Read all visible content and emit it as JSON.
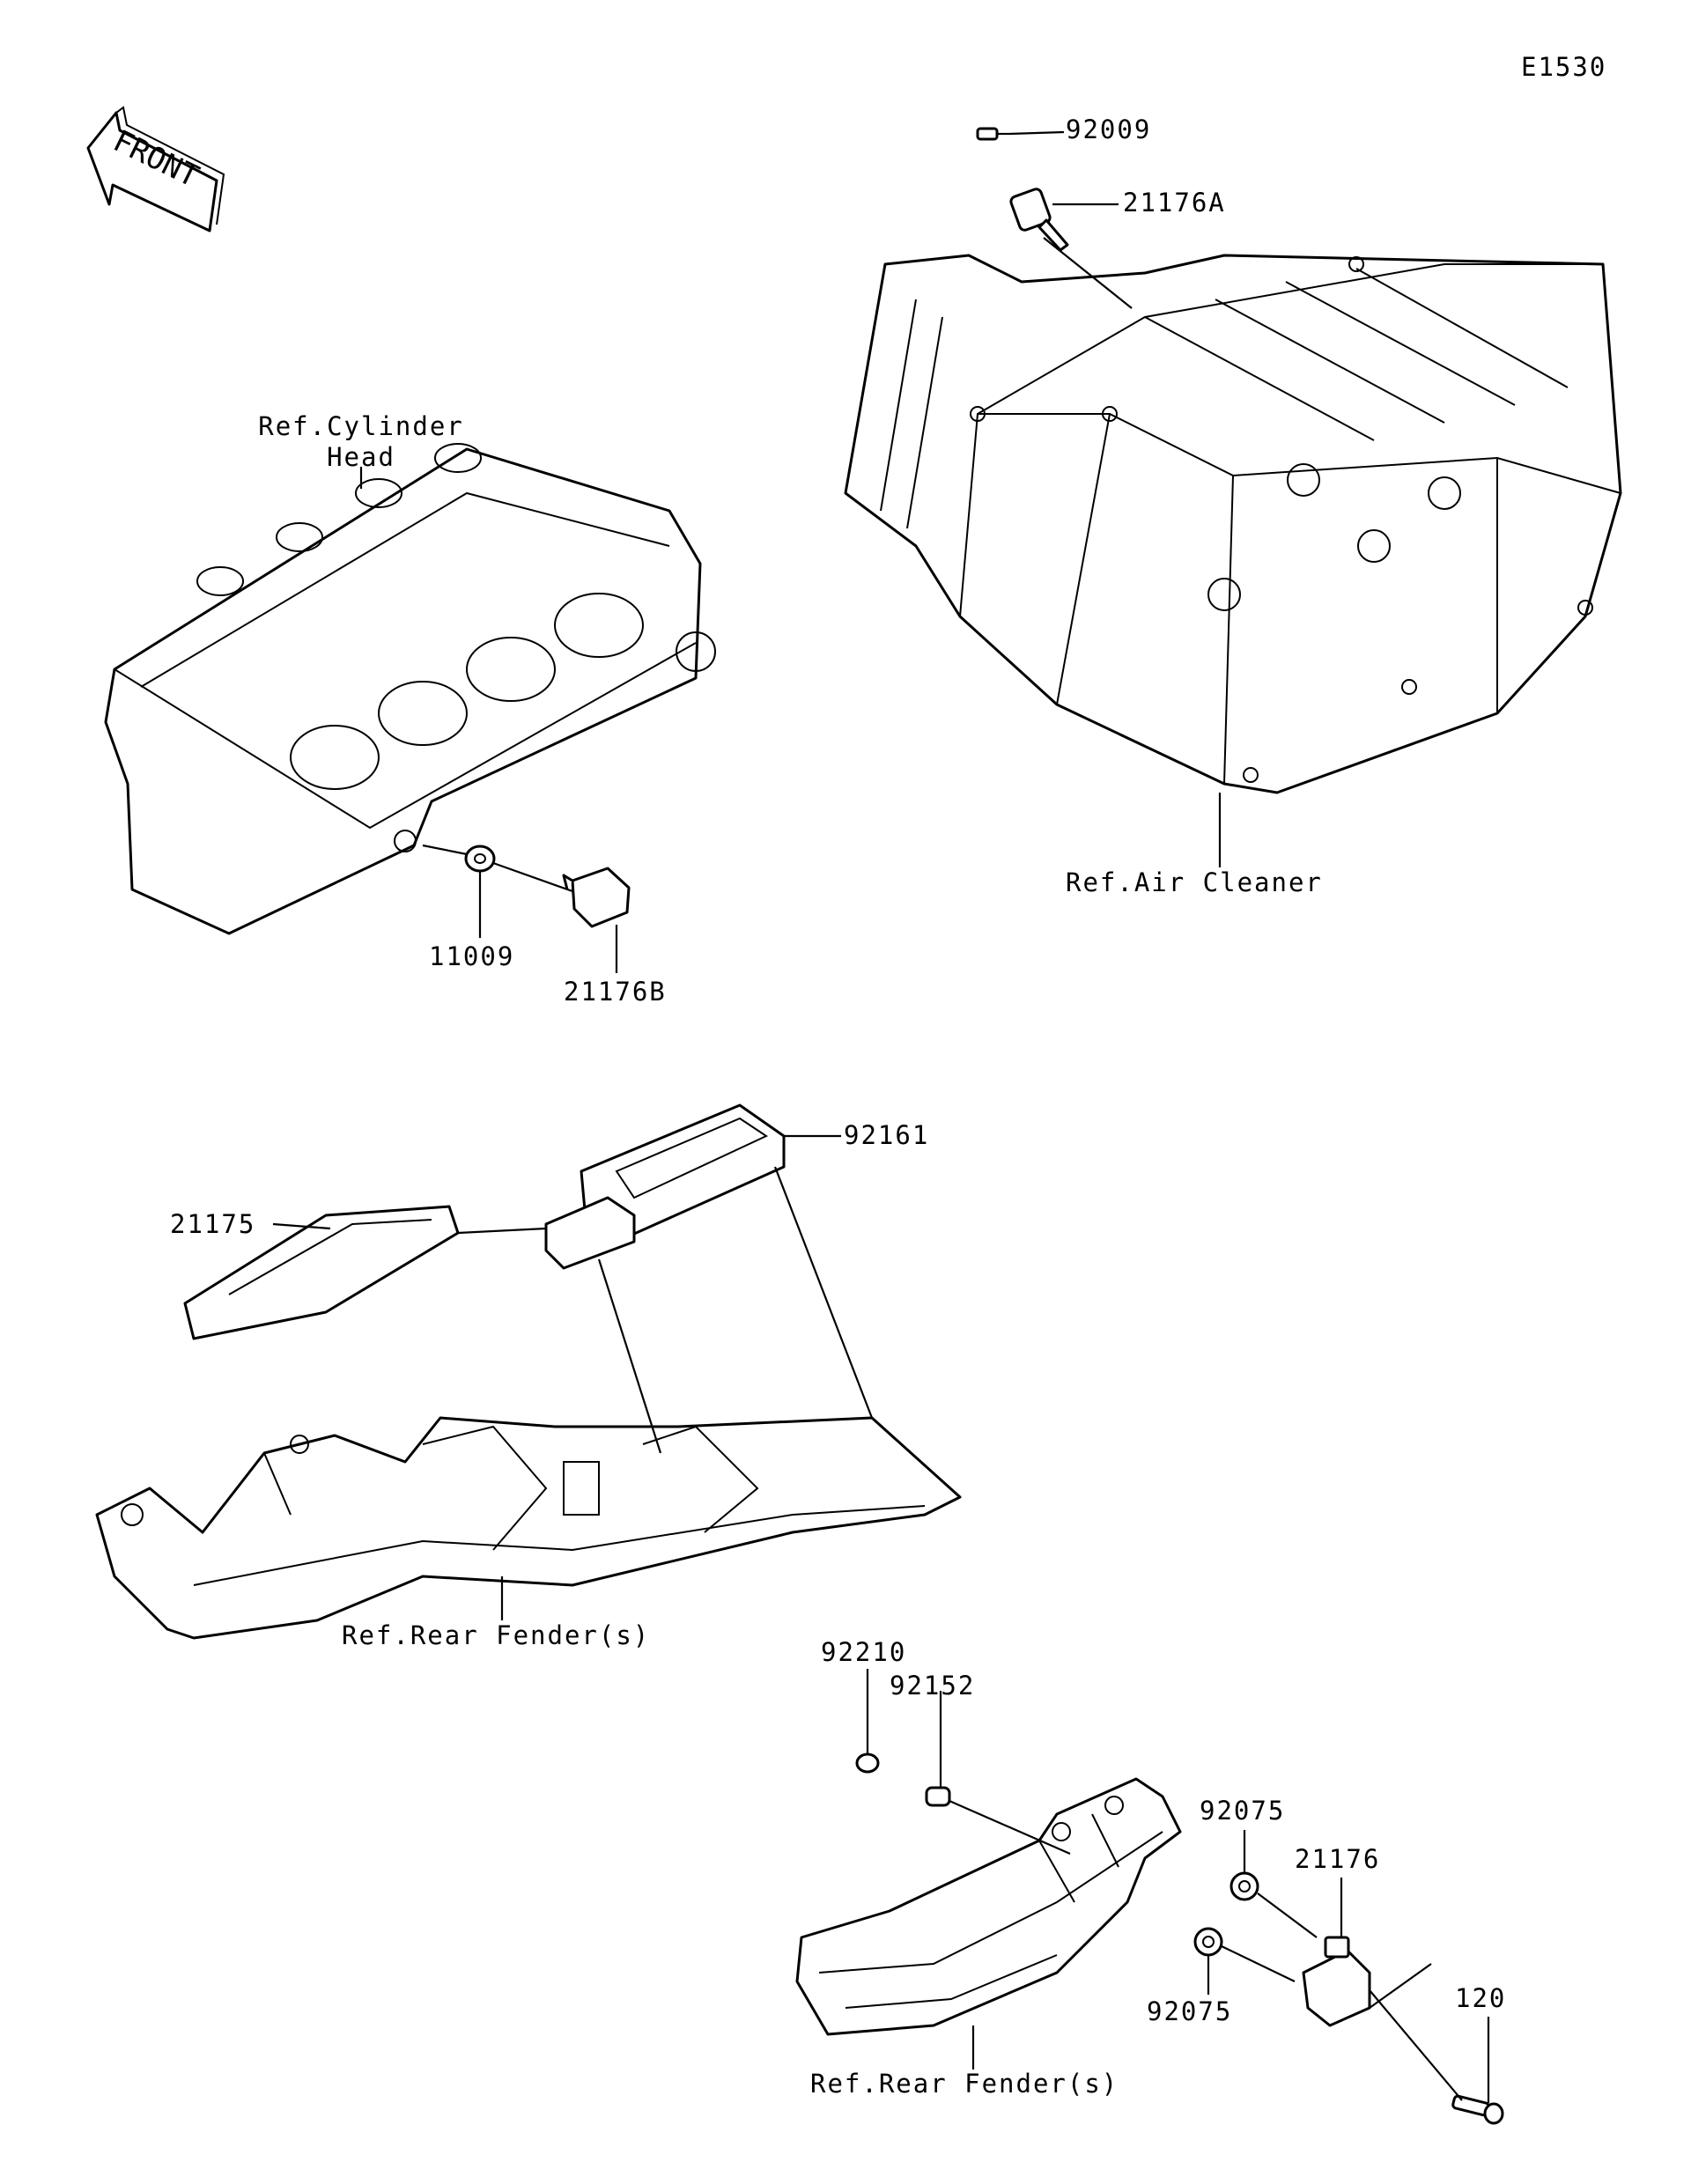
{
  "diagram_code": "E1530",
  "front_arrow_text": "FRONT",
  "references": {
    "cylinder_head": [
      "Ref.Cylinder",
      "Head"
    ],
    "air_cleaner": "Ref.Air Cleaner",
    "rear_fender_1": "Ref.Rear Fender(s)",
    "rear_fender_2": "Ref.Rear Fender(s)"
  },
  "parts": {
    "p92009": "92009",
    "p21176A": "21176A",
    "p11009": "11009",
    "p21176B": "21176B",
    "p92161": "92161",
    "p21175": "21175",
    "p92210": "92210",
    "p92152": "92152",
    "p92075_upper": "92075",
    "p92075_lower": "92075",
    "p21176": "21176",
    "p120": "120"
  }
}
